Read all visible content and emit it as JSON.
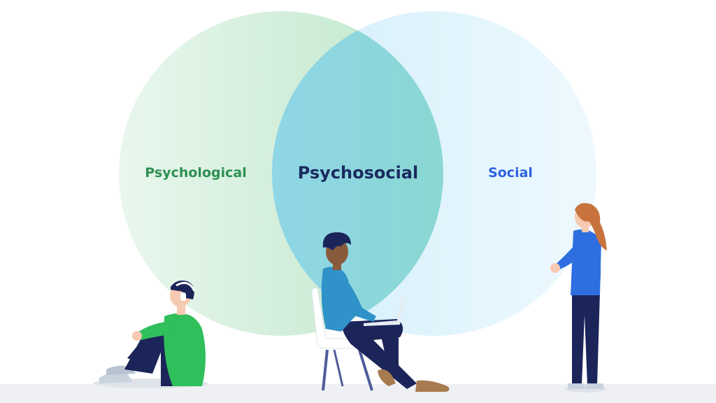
{
  "diagram": {
    "left_circle": {
      "label": "Psychological",
      "label_color": "#2f8f52",
      "fill": "#cdeed6"
    },
    "right_circle": {
      "label": "Social",
      "label_color": "#2f63e0",
      "fill": "#dff3fd"
    },
    "overlap": {
      "label": "Psychosocial",
      "label_color": "#1a2a5e",
      "fill": "#8fd7d4"
    }
  },
  "figures": [
    {
      "name": "person-sitting-on-floor",
      "shirt_color": "#2fbf5b",
      "pants_color": "#1b2559"
    },
    {
      "name": "person-on-chair-with-laptop",
      "shirt_color": "#2f93c9",
      "pants_color": "#1b2559"
    },
    {
      "name": "person-standing",
      "shirt_color": "#2d6fe0",
      "pants_color": "#1b2559"
    }
  ],
  "colors": {
    "ground": "#eef0f4",
    "skin_light": "#f6c9b2",
    "skin_dark": "#8a5a3c",
    "hair_dark": "#1b2559",
    "hair_red": "#c8733e"
  }
}
